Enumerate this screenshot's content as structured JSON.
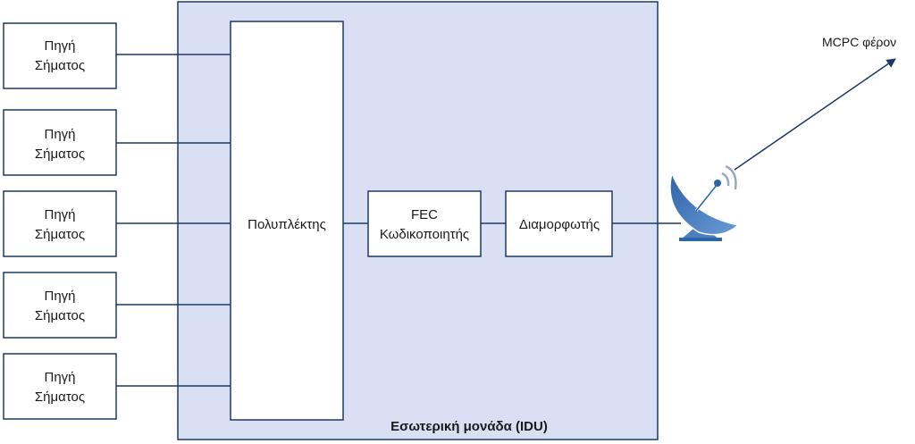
{
  "idu": {
    "label": "Εσωτερική μονάδα (IDU)"
  },
  "sources": [
    {
      "line1": "Πηγή",
      "line2": "Σήματος"
    },
    {
      "line1": "Πηγή",
      "line2": "Σήματος"
    },
    {
      "line1": "Πηγή",
      "line2": "Σήματος"
    },
    {
      "line1": "Πηγή",
      "line2": "Σήματος"
    },
    {
      "line1": "Πηγή",
      "line2": "Σήματος"
    }
  ],
  "multiplexer": {
    "label": "Πολυπλέκτης"
  },
  "fec": {
    "line1": "FEC",
    "line2": "Κωδικοποιητής"
  },
  "modulator": {
    "label": "Διαμορφωτής"
  },
  "antenna": {
    "icon": "satellite-dish-icon"
  },
  "carrier": {
    "label": "MCPC φέρον"
  },
  "colors": {
    "idu_fill": "#d9e0f3",
    "stroke": "#1f3864",
    "box_fill": "#ffffff",
    "dish": "#4a7fc0"
  }
}
